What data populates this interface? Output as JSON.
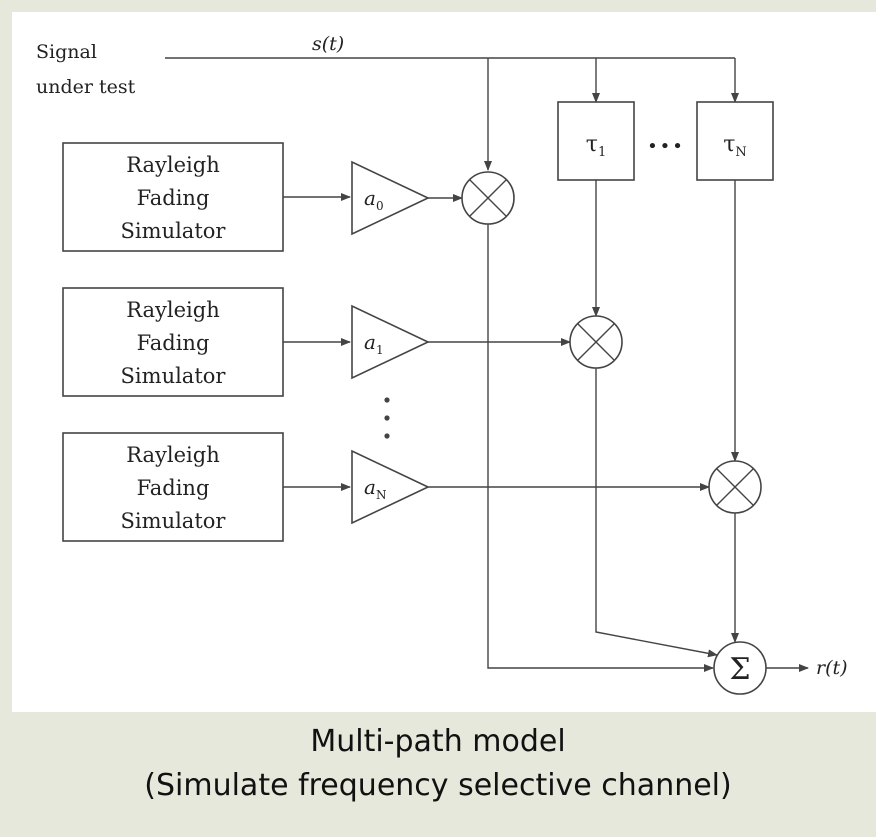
{
  "signal": {
    "line1": "Signal",
    "line2": "under test",
    "input_label": "s(t)"
  },
  "simulators": [
    {
      "lines": [
        "Rayleigh",
        "Fading",
        "Simulator"
      ]
    },
    {
      "lines": [
        "Rayleigh",
        "Fading",
        "Simulator"
      ]
    },
    {
      "lines": [
        "Rayleigh",
        "Fading",
        "Simulator"
      ]
    }
  ],
  "gains": [
    {
      "base": "a",
      "sub": "0"
    },
    {
      "base": "a",
      "sub": "1"
    },
    {
      "base": "a",
      "sub": "N"
    }
  ],
  "delays": [
    {
      "base": "τ",
      "sub": "1"
    },
    {
      "base": "τ",
      "sub": "N"
    }
  ],
  "delay_ellipsis": "•••",
  "summer": {
    "symbol": "Σ"
  },
  "output_label": "r(t)",
  "caption": {
    "line1": "Multi-path model",
    "line2": "(Simulate frequency selective channel)"
  }
}
